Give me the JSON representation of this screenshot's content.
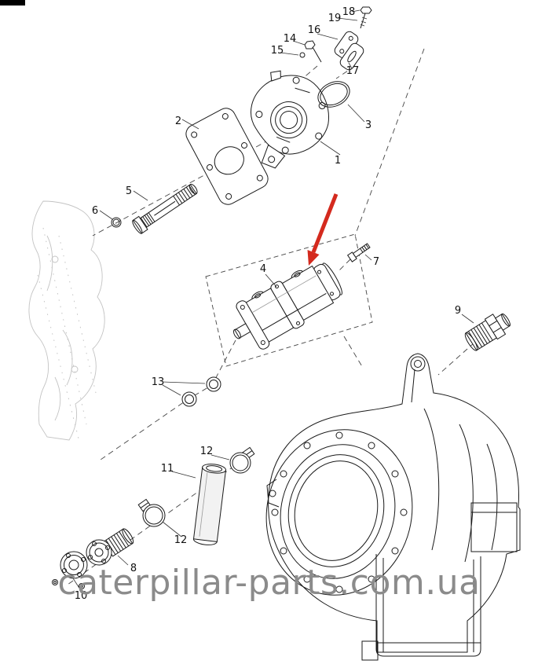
{
  "watermark": {
    "text": "caterpillar-parts.com.ua"
  },
  "callouts": [
    {
      "label": "1"
    },
    {
      "label": "2"
    },
    {
      "label": "3"
    },
    {
      "label": "4"
    },
    {
      "label": "5"
    },
    {
      "label": "6"
    },
    {
      "label": "7"
    },
    {
      "label": "8"
    },
    {
      "label": "9"
    },
    {
      "label": "10"
    },
    {
      "label": "11"
    },
    {
      "label": "12"
    },
    {
      "label": "12"
    },
    {
      "label": "13"
    },
    {
      "label": "14"
    },
    {
      "label": "15"
    },
    {
      "label": "16"
    },
    {
      "label": "17"
    },
    {
      "label": "18"
    },
    {
      "label": "19"
    }
  ],
  "colors": {
    "arrow": "#d42a1e",
    "line": "#1a1a1a",
    "ghost": "#c3c3c3",
    "watermark": "#8b8b8b"
  }
}
